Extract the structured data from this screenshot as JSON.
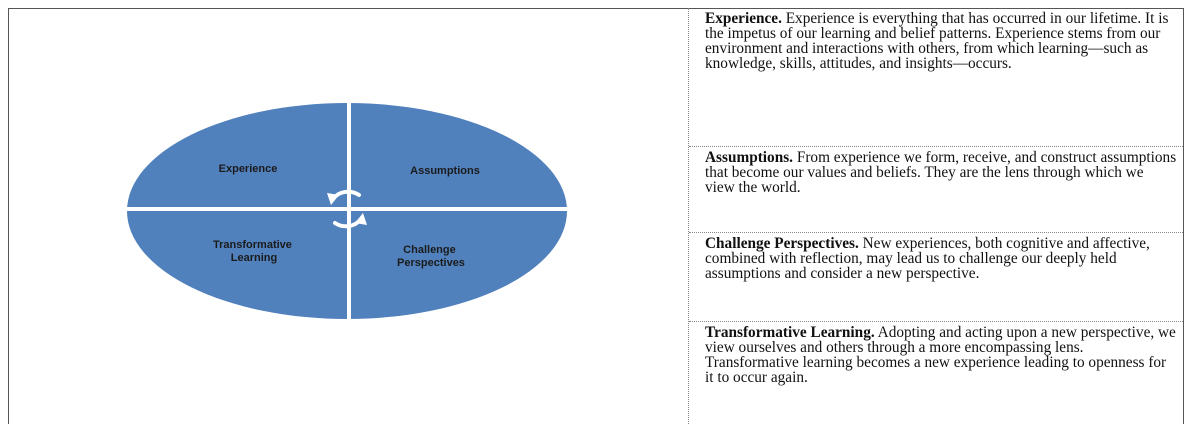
{
  "diagram": {
    "colors": {
      "fill": "#5181bd",
      "divider": "#ffffff",
      "arrow": "#ffffff",
      "text": "#1b1b1b"
    },
    "quadrants": [
      {
        "label_lines": [
          "Experience"
        ]
      },
      {
        "label_lines": [
          "Assumptions"
        ]
      },
      {
        "label_lines": [
          "Challenge",
          "Perspectives"
        ]
      },
      {
        "label_lines": [
          "Transformative",
          "Learning"
        ]
      }
    ],
    "center_icon": "cycle-arrows-icon"
  },
  "entries": [
    {
      "term": "Experience.",
      "text": " Experience is everything that has occurred in our lifetime. It is the impetus of our learning and belief patterns. Experience stems from our environment and interactions with others, from which learning—such as knowledge, skills, attitudes, and insights—occurs."
    },
    {
      "term": "Assumptions.",
      "text": " From experience we form, receive, and construct assumptions that become our values and beliefs. They are the lens through which we view the world."
    },
    {
      "term": "Challenge Perspectives.",
      "text": " New experiences, both cognitive and affective, combined with reflection, may lead us to challenge our deeply held assumptions and consider a new perspective."
    },
    {
      "term": "Transformative Learning.",
      "text": " Adopting and acting upon a new perspective, we view ourselves and others through a more encompassing lens. Transformative learning becomes a new experience leading to openness for it to occur again."
    }
  ]
}
